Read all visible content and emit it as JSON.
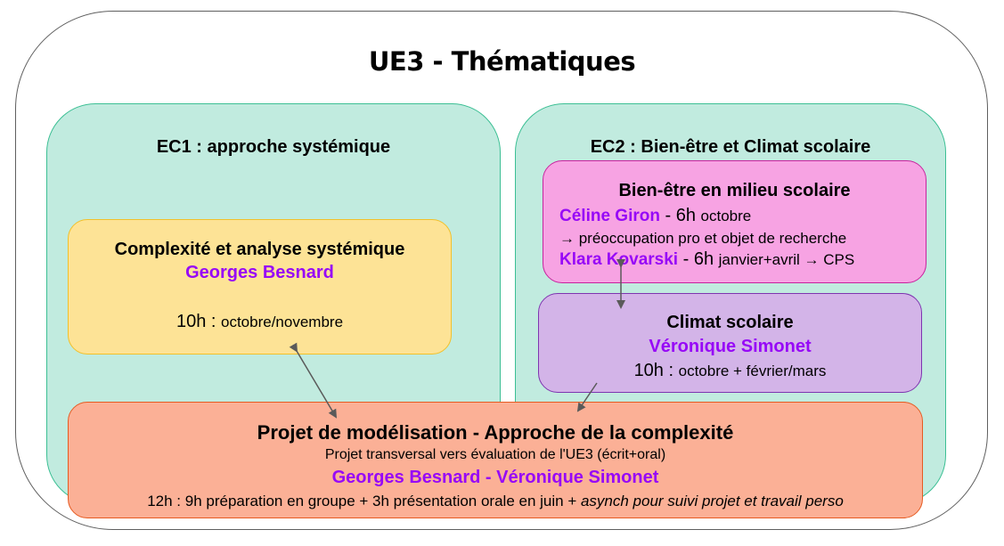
{
  "title": "UE3 - Thématiques",
  "colors": {
    "ec_bg": "#c1ebdf",
    "ec_border": "#3cbf94",
    "complex_bg": "#fde396",
    "bienetre_bg": "#f7a3e3",
    "climat_bg": "#d3b4e8",
    "projet_bg": "#fbb096",
    "name_purple": "#9708f7",
    "arrow": "#5a5a5a"
  },
  "ec1": {
    "title": "EC1 : approche systémique",
    "module": {
      "title": "Complexité et analyse systémique",
      "teacher": "Georges Besnard",
      "hours": "10h",
      "sep": " : ",
      "period": "octobre/novembre"
    }
  },
  "ec2": {
    "title": "EC2 : Bien-être et Climat scolaire",
    "bienetre": {
      "title": "Bien-être en milieu scolaire",
      "line1_name": "Céline Giron",
      "line1_hours": " - 6h ",
      "line1_period": "octobre",
      "line2": "→ préoccupation pro et objet de recherche",
      "line3_name": "Klara Kovarski",
      "line3_hours": " - 6h ",
      "line3_period": "janvier+avril → CPS"
    },
    "climat": {
      "title": "Climat scolaire",
      "teacher": "Véronique Simonet",
      "hours": "10h",
      "sep": " : ",
      "period": "octobre + février/mars"
    }
  },
  "projet": {
    "title": "Projet de modélisation - Approche de la complexité",
    "subtitle": "Projet transversal vers évaluation de l'UE3 (écrit+oral)",
    "teachers": "Georges Besnard - Véronique Simonet",
    "schedule": "12h : 9h préparation en groupe + 3h présentation orale en juin  + ",
    "schedule_italic": "asynch pour suivi projet et travail perso"
  }
}
